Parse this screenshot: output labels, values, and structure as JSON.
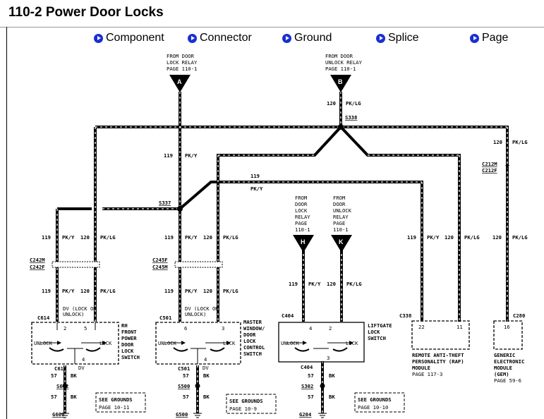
{
  "title": "110-2 Power Door Locks",
  "nav": [
    "Component",
    "Connector",
    "Ground",
    "Splice",
    "Page"
  ],
  "colors": {
    "nav_icon": "#1a2fd0",
    "wire": "#000000"
  },
  "sources": {
    "A": {
      "letter": "A",
      "lines": [
        "FROM DOOR",
        "LOCK RELAY",
        "PAGE 110-1"
      ]
    },
    "B": {
      "letter": "B",
      "lines": [
        "FROM DOOR",
        "UNLOCK RELAY",
        "PAGE 110-1"
      ]
    },
    "H": {
      "letter": "H",
      "lines": [
        "FROM",
        "DOOR",
        "LOCK",
        "RELAY",
        "PAGE",
        "110-1"
      ]
    },
    "K": {
      "letter": "K",
      "lines": [
        "FROM",
        "DOOR",
        "UNLOCK",
        "RELAY",
        "PAGE",
        "110-1"
      ]
    }
  },
  "splices": {
    "s338": "S338",
    "s337": "S337"
  },
  "wires": {
    "c119": "119",
    "c120": "120",
    "pky": "PK/Y",
    "pklg": "PK/LG",
    "c57": "57",
    "bk": "BK"
  },
  "connectors": {
    "c242m": "C242M",
    "c242f": "C242F",
    "c245f": "C245F",
    "c245m": "C245M",
    "c212m": "C212M",
    "c212f": "C212F",
    "c614": "C614",
    "c501": "C501",
    "c404": "C404",
    "c338": "C338",
    "c280": "C280"
  },
  "switch_labels": {
    "unlock": "UNLOCK",
    "lock": "LOCK",
    "dv_lock": "DV (LOCK OR",
    "dv_unlock": "UNLOCK)",
    "dv": "DV"
  },
  "pins": {
    "p2": "2",
    "p3": "3",
    "p4": "4",
    "p5": "5",
    "p6": "6",
    "p11": "11",
    "p16": "16",
    "p22": "22"
  },
  "components": {
    "rh": [
      "RH",
      "FRONT",
      "POWER",
      "DOOR",
      "LOCK",
      "SWITCH"
    ],
    "master": [
      "MASTER",
      "WINDOW/",
      "DOOR",
      "LOCK",
      "CONTROL",
      "SWITCH"
    ],
    "liftgate": [
      "LIFTGATE",
      "LOCK",
      "SWITCH"
    ],
    "rap": [
      "REMOTE ANTI-THEFT",
      "PERSONALITY (RAP)",
      "MODULE",
      "PAGE 117-3"
    ],
    "gem": [
      "GENERIC",
      "ELECTRONIC",
      "MODULE",
      "(GEM)",
      "PAGE 59-6"
    ]
  },
  "grounds": {
    "g1": {
      "splice": "S602",
      "ground": "G600",
      "note": [
        "SEE GROUNDS",
        "PAGE 10-11"
      ]
    },
    "g2": {
      "splice": "S500",
      "ground": "G500",
      "note": [
        "SEE GROUNDS",
        "PAGE 10-9"
      ]
    },
    "g3": {
      "splice": "S302",
      "ground": "G204",
      "note": [
        "SEE GROUNDS",
        "PAGE 10-10"
      ]
    }
  }
}
